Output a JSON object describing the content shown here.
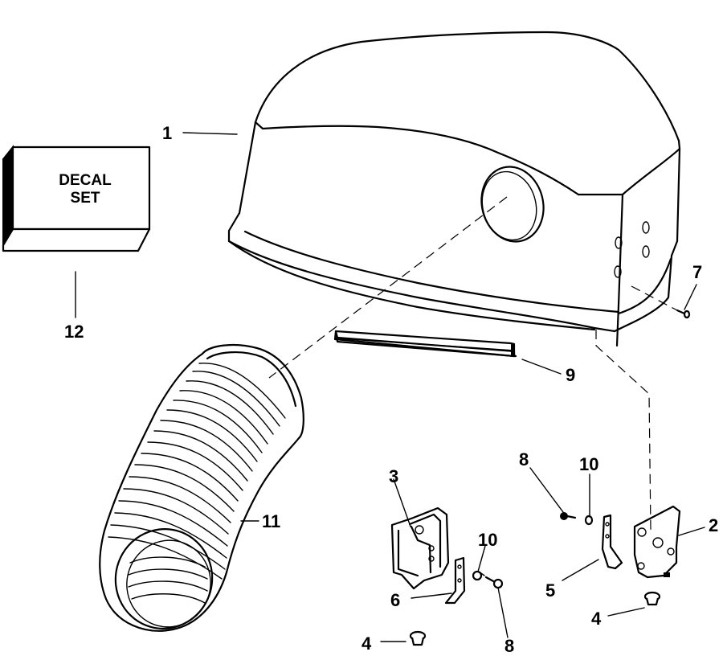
{
  "diagram": {
    "type": "exploded-parts-view",
    "line_color": "#000000",
    "background": "#ffffff"
  },
  "decal": {
    "line1": "DECAL",
    "line2": "SET"
  },
  "callouts": [
    {
      "id": "1",
      "label": "1",
      "part": "motor cover"
    },
    {
      "id": "2",
      "label": "2",
      "part": "latch plate"
    },
    {
      "id": "3",
      "label": "3",
      "part": "latch bracket"
    },
    {
      "id": "4a",
      "label": "4",
      "part": "grommet"
    },
    {
      "id": "4b",
      "label": "4",
      "part": "grommet"
    },
    {
      "id": "5",
      "label": "5",
      "part": "bracket"
    },
    {
      "id": "6",
      "label": "6",
      "part": "bracket"
    },
    {
      "id": "7",
      "label": "7",
      "part": "rivet"
    },
    {
      "id": "8a",
      "label": "8",
      "part": "screw"
    },
    {
      "id": "8b",
      "label": "8",
      "part": "screw"
    },
    {
      "id": "9",
      "label": "9",
      "part": "seal strip"
    },
    {
      "id": "10a",
      "label": "10",
      "part": "washer"
    },
    {
      "id": "10b",
      "label": "10",
      "part": "washer"
    },
    {
      "id": "11",
      "label": "11",
      "part": "air intake hose"
    },
    {
      "id": "12",
      "label": "12",
      "part": "decal set"
    }
  ]
}
